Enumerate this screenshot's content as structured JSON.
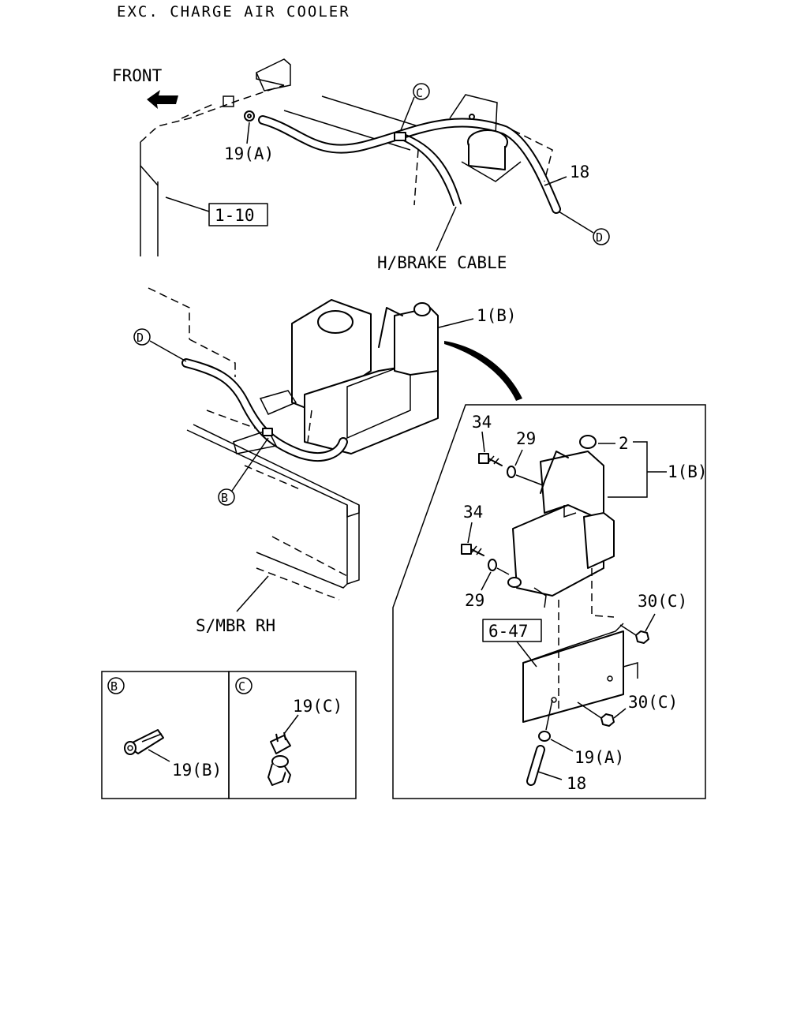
{
  "header": {
    "title": "EXC. CHARGE AIR COOLER"
  },
  "labels": {
    "front": "FRONT",
    "hbrake_cable": "H/BRAKE CABLE",
    "smbr_rh": "S/MBR RH"
  },
  "ref_boxes": {
    "r1_10": "1-10",
    "r6_47": "6-47"
  },
  "circle_refs": {
    "b": "B",
    "c": "C",
    "d": "D"
  },
  "part_numbers": {
    "p19a": "19(A)",
    "p19b": "19(B)",
    "p19c": "19(C)",
    "p18": "18",
    "p1b": "1(B)",
    "p2": "2",
    "p34": "34",
    "p29": "29",
    "p30c": "30(C)"
  }
}
